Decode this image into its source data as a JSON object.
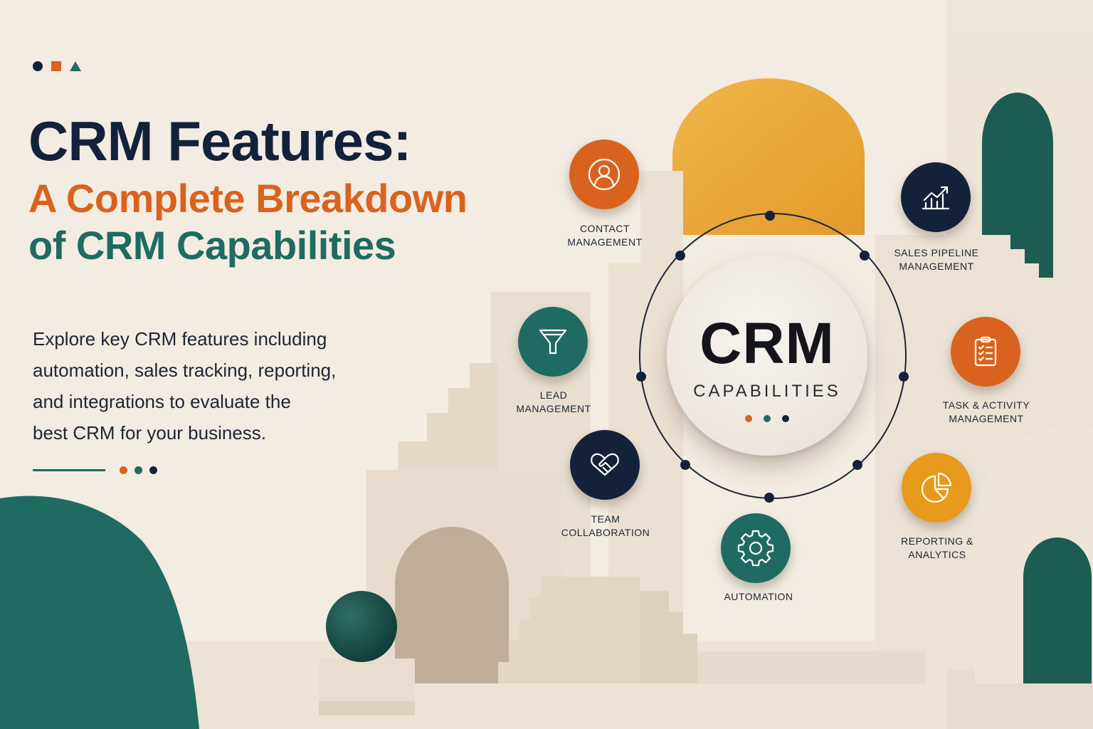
{
  "header": {
    "title_line1": "CRM Features:",
    "title_line2": "A Complete Breakdown",
    "title_line3": "of CRM Capabilities"
  },
  "description": {
    "line1": "Explore key CRM features including",
    "line2": "automation, sales tracking, reporting,",
    "line3": "and integrations to evaluate the",
    "line4": "best CRM for your business."
  },
  "hub": {
    "title": "CRM",
    "subtitle": "CAPABILITIES"
  },
  "features": [
    {
      "line1": "CONTACT",
      "line2": "MANAGEMENT",
      "icon": "user-icon",
      "color": "#d9631e"
    },
    {
      "line1": "SALES PIPELINE",
      "line2": "MANAGEMENT",
      "icon": "trend-chart-icon",
      "color": "#14213a"
    },
    {
      "line1": "LEAD",
      "line2": "MANAGEMENT",
      "icon": "funnel-icon",
      "color": "#1f6b62"
    },
    {
      "line1": "TASK & ACTIVITY",
      "line2": "MANAGEMENT",
      "icon": "clipboard-checklist-icon",
      "color": "#d9631e"
    },
    {
      "line1": "TEAM",
      "line2": "COLLABORATION",
      "icon": "handshake-icon",
      "color": "#14213a"
    },
    {
      "line1": "REPORTING &",
      "line2": "ANALYTICS",
      "icon": "pie-chart-icon",
      "color": "#e89a1c"
    },
    {
      "line1": "AUTOMATION",
      "line2": "",
      "icon": "gear-icon",
      "color": "#1f6b62"
    }
  ],
  "colors": {
    "navy": "#14213a",
    "orange": "#d9631e",
    "teal": "#1f6b62",
    "amber": "#e89a1c",
    "background": "#f3ece2"
  }
}
